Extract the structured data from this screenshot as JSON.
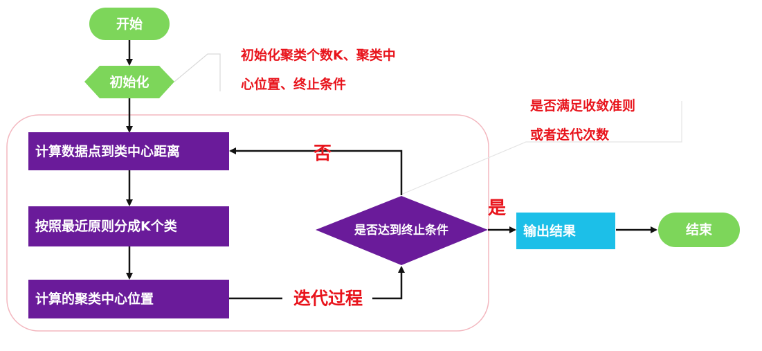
{
  "colors": {
    "terminal_green": "#7dd65a",
    "init_green": "#7dd65a",
    "process_purple": "#6a1b9a",
    "output_cyan": "#1cbfe8",
    "annotation_red": "#e8141c",
    "loop_border": "#f3b7bf",
    "arrow": "#111111",
    "callout_line": "#d9d9d9"
  },
  "nodes": {
    "start": "开始",
    "init": "初始化",
    "compute_distance": "计算数据点到类中心距离",
    "assign": "按照最近原则分成K个类",
    "compute_center": "计算的聚类中心位置",
    "decision": "是否达到终止条件",
    "output": "输出结果",
    "end": "结束"
  },
  "labels": {
    "no": "否",
    "yes": "是",
    "iteration": "迭代过程"
  },
  "annotations": {
    "init_note_line1": "初始化聚类个数K、聚类中",
    "init_note_line2": "心位置、终止条件",
    "decision_note_line1": "是否满足收敛准则",
    "decision_note_line2": "或者迭代次数"
  }
}
